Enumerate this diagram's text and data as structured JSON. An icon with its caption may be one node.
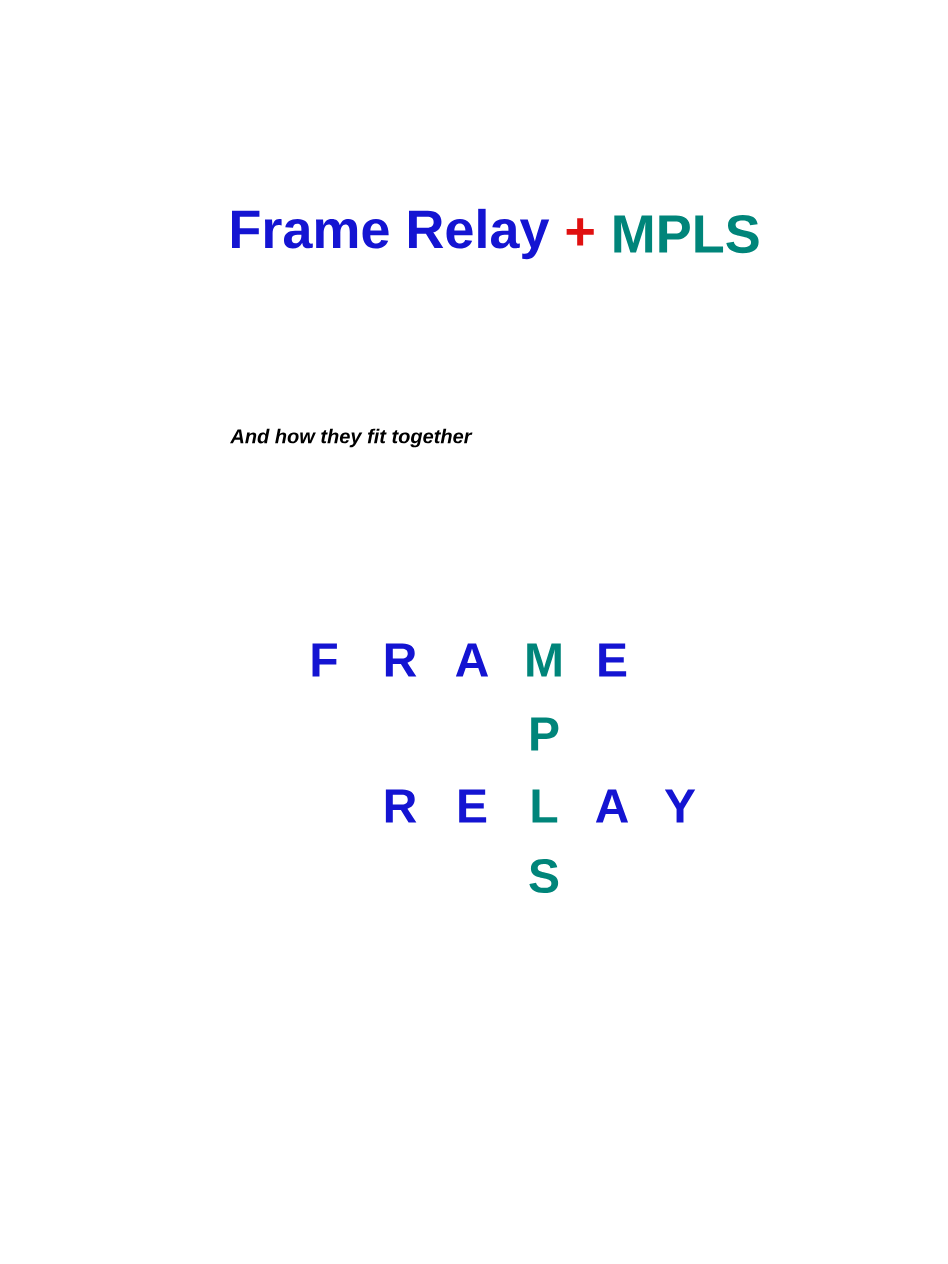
{
  "diagram": {
    "labels": [
      "Frame Relay",
      "+",
      "MPLS",
      "And how they fit together",
      "F",
      "R",
      "A",
      "M",
      "E",
      "P",
      "R",
      "E",
      "L",
      "A",
      "Y",
      "S"
    ]
  }
}
